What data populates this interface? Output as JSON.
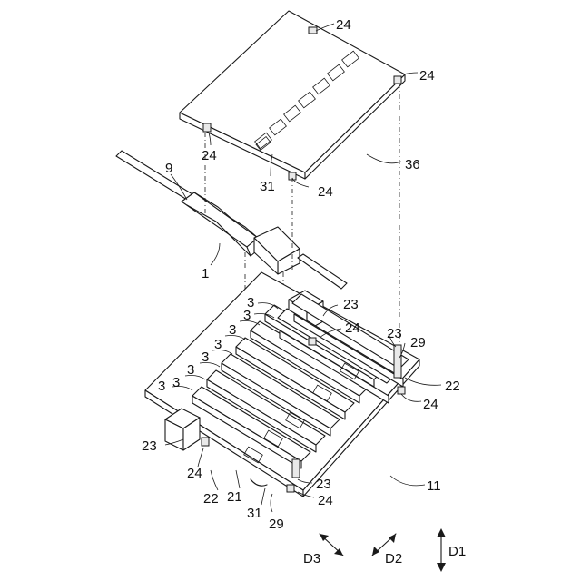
{
  "labels": {
    "l_24_a": "24",
    "l_24_b": "24",
    "l_24_c": "24",
    "l_24_d": "24",
    "l_36": "36",
    "l_31_top": "31",
    "l_9": "9",
    "l_1": "1",
    "l_3_a": "3",
    "l_3_b": "3",
    "l_3_c": "3",
    "l_3_d": "3",
    "l_3_e": "3",
    "l_3_f": "3",
    "l_3_g": "3",
    "l_3_h": "3",
    "l_23_a": "23",
    "l_23_b": "23",
    "l_23_c": "23",
    "l_23_d": "23",
    "l_24_e": "24",
    "l_24_f": "24",
    "l_24_g": "24",
    "l_24_h": "24",
    "l_29_a": "29",
    "l_29_b": "29",
    "l_22_a": "22",
    "l_22_b": "22",
    "l_21": "21",
    "l_31_bot": "31",
    "l_11": "11"
  },
  "directions": {
    "d3": "D3",
    "d2": "D2",
    "d1": "D1"
  }
}
